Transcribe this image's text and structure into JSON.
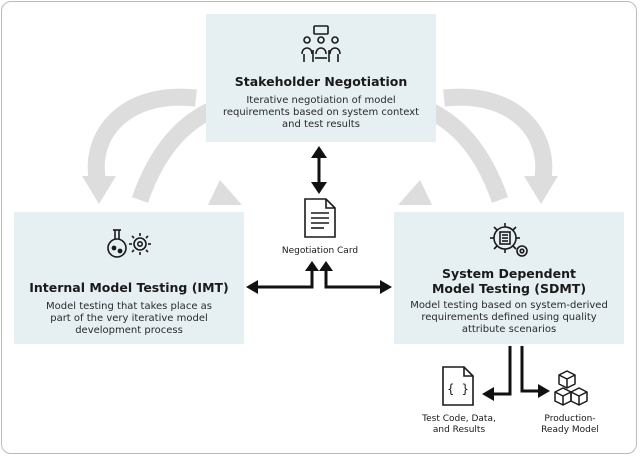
{
  "stakeholder": {
    "title": "Stakeholder Negotiation",
    "description": "Iterative negotiation of model requirements based on system context and test results",
    "icon": "group-meeting-icon"
  },
  "imt": {
    "title": "Internal Model Testing (IMT)",
    "description": "Model testing that takes place as part of the very iterative model development process",
    "icon": "flask-gear-icon"
  },
  "sdmt": {
    "title_line1": "System Dependent",
    "title_line2": "Model Testing (SDMT)",
    "description": "Model testing based on system-derived requirements defined using quality attribute scenarios",
    "icon": "gears-document-icon"
  },
  "negotiation_card": {
    "label": "Negotiation Card",
    "icon": "document-icon"
  },
  "outputs": {
    "test_code": {
      "line1": "Test Code, Data,",
      "line2": "and Results",
      "icon": "code-file-icon"
    },
    "production_model": {
      "line1": "Production-",
      "line2": "Ready Model",
      "icon": "cubes-icon"
    }
  },
  "colors": {
    "box_fill": "#e6eff2",
    "cycle_arrow": "#dddddd",
    "connector": "#111111",
    "frame": "#b8bcc0"
  }
}
